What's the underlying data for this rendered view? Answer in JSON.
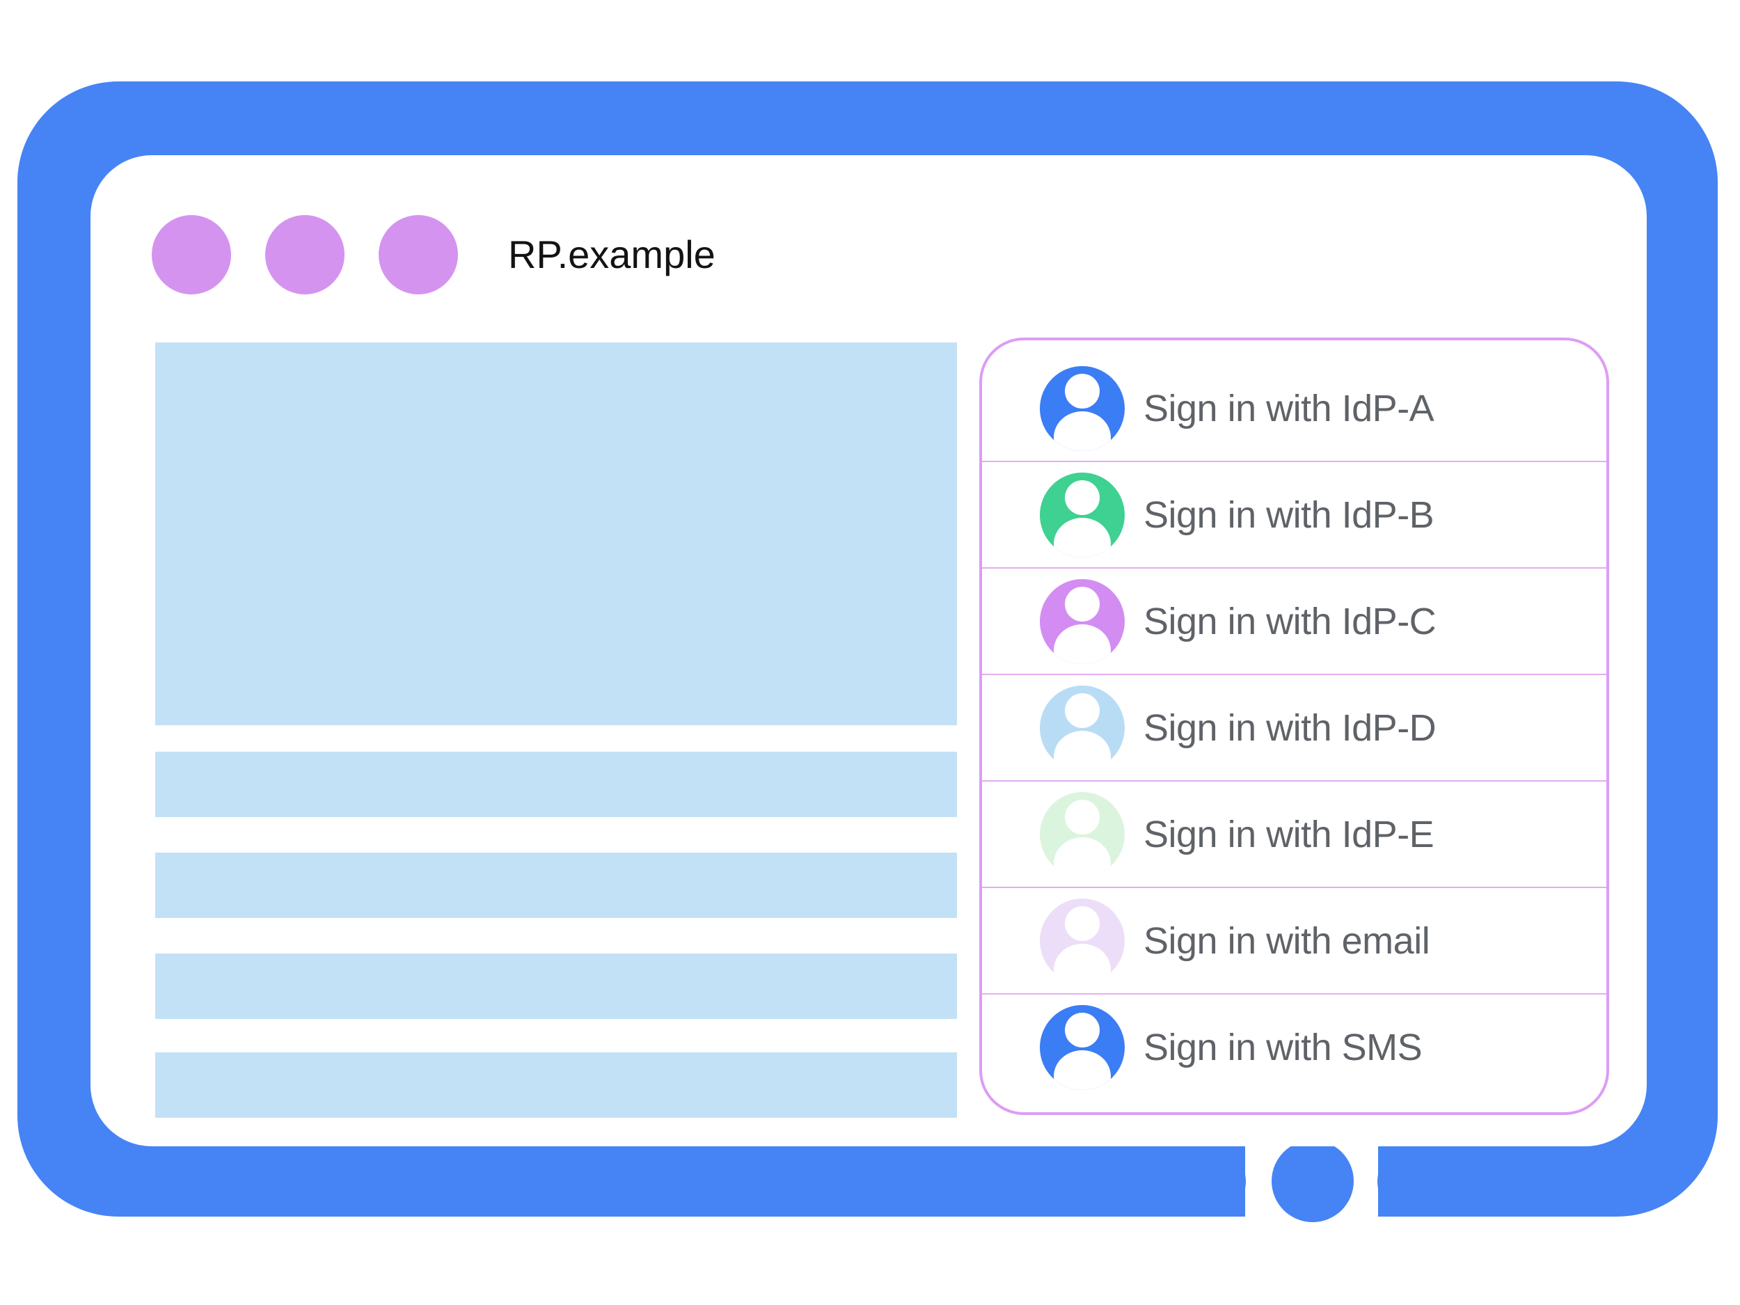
{
  "colors": {
    "frame_blue": "#4684f5",
    "dot_purple": "#d593f0",
    "placeholder_blue": "#c3e1f6",
    "panel_border": "#dc9df3",
    "panel_divider": "#e4adf0",
    "label_gray": "#5f6368",
    "title_black": "#131313"
  },
  "window": {
    "title": "RP.example"
  },
  "sign_in_panel": {
    "options": [
      {
        "label": "Sign in with IdP-A",
        "avatar_color": "#3b7df4"
      },
      {
        "label": "Sign in with IdP-B",
        "avatar_color": "#3fd192"
      },
      {
        "label": "Sign in with IdP-C",
        "avatar_color": "#d38df2"
      },
      {
        "label": "Sign in with IdP-D",
        "avatar_color": "#b9dcf5"
      },
      {
        "label": "Sign in with IdP-E",
        "avatar_color": "#dbf4de"
      },
      {
        "label": "Sign in with email",
        "avatar_color": "#ecdef8"
      },
      {
        "label": "Sign in with SMS",
        "avatar_color": "#3b7df4"
      }
    ]
  }
}
